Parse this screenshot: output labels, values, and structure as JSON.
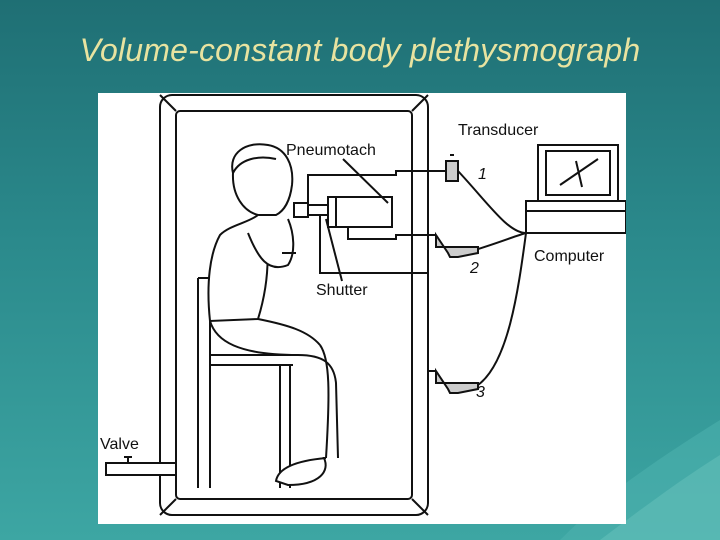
{
  "slide": {
    "title": "Volume-constant body plethysmograph"
  },
  "diagram": {
    "labels": {
      "transducer": "Transducer",
      "pneumotach": "Pneumotach",
      "shutter": "Shutter",
      "computer": "Computer",
      "valve": "Valve"
    },
    "transducer_numbers": [
      "1",
      "2",
      "3"
    ]
  },
  "colors": {
    "background": "#2b8a8c",
    "title": "#e8e3a0",
    "figure_background": "#ffffff",
    "line": "#111111"
  }
}
